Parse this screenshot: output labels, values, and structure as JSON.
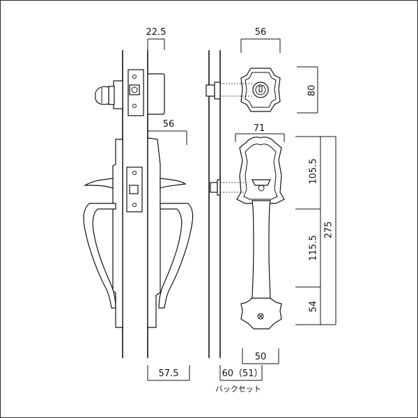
{
  "dimensions": {
    "side_backset_top": "22.5",
    "side_width_mid": "56",
    "side_bottom": "57.5",
    "front_escutcheon_width": "56",
    "front_escutcheon_height": "80",
    "front_handle_width": "71",
    "front_upper": "105.5",
    "front_middle": "115.5",
    "front_lower": "54",
    "front_total": "275",
    "front_bottom_width": "50",
    "backset": "60（51）"
  },
  "labels": {
    "backset_caption": "バックセット"
  }
}
